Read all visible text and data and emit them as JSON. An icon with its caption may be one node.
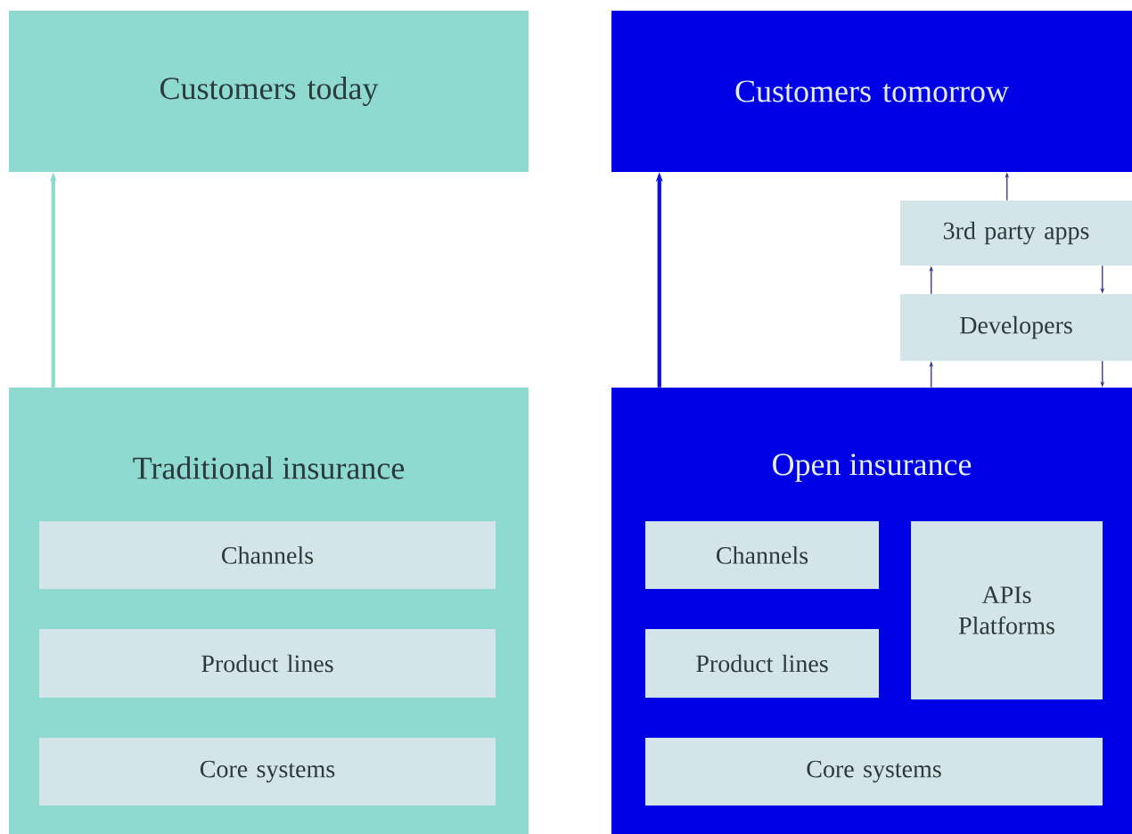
{
  "diagram": {
    "nodes": [
      {
        "text": [
          "Customers today"
        ]
      },
      {
        "text": [
          "Traditional insurance"
        ]
      },
      {
        "text": [
          "Channels"
        ],
        "in": 1
      },
      {
        "text": [
          "Product lines"
        ],
        "in": 1
      },
      {
        "text": [
          "Core systems"
        ],
        "in": 1
      },
      {
        "text": [
          "Customers tomorrow"
        ]
      },
      {
        "text": [
          "3rd party apps"
        ]
      },
      {
        "text": [
          "Developers"
        ]
      },
      {
        "text": [
          "Open insurance"
        ]
      },
      {
        "text": [
          "Channels"
        ],
        "in": 8
      },
      {
        "text": [
          "Product lines"
        ],
        "in": 8
      },
      {
        "text": [
          "APIs Platforms"
        ],
        "in": 8
      },
      {
        "text": [
          "Core systems"
        ],
        "in": 8
      }
    ],
    "edges": [
      {
        "from": 1,
        "to": 0,
        "arrow": "to",
        "style": "thick",
        "color": "#8ed9d0"
      },
      {
        "from": 8,
        "to": 5,
        "arrow": "to",
        "style": "thick",
        "color": "#0a10d8"
      },
      {
        "from": 6,
        "to": 5,
        "arrow": "to"
      },
      {
        "from": 7,
        "to": 6,
        "arrow": "to"
      },
      {
        "from": 6,
        "to": 7,
        "arrow": "to"
      },
      {
        "from": 8,
        "to": 7,
        "arrow": "to"
      },
      {
        "from": 7,
        "to": 8,
        "arrow": "to"
      }
    ]
  }
}
